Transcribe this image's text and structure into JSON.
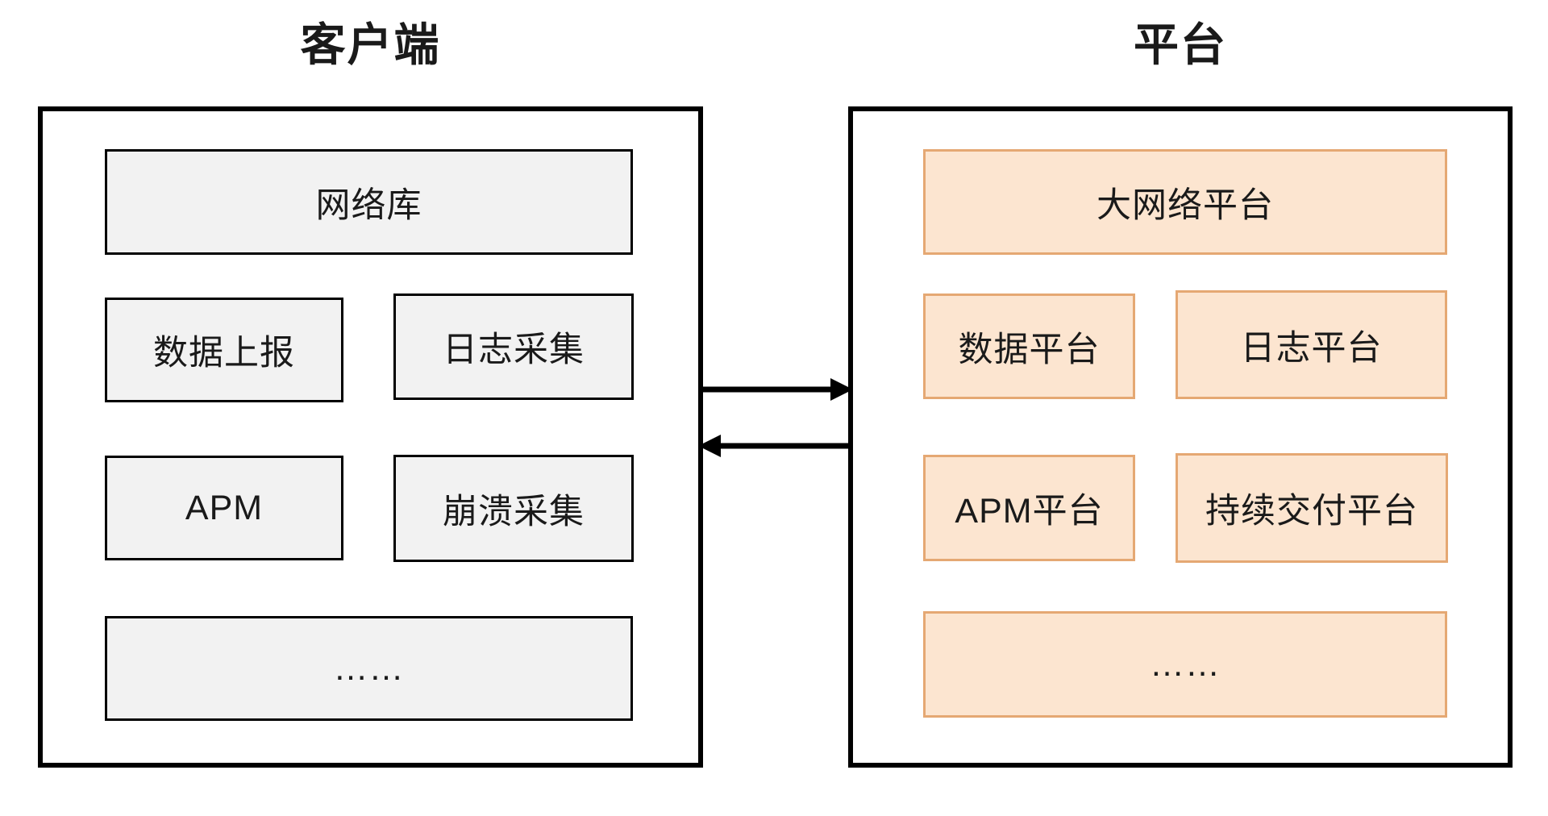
{
  "colors": {
    "client_box_fill": "#f2f2f2",
    "client_box_border": "#000000",
    "platform_box_fill": "#fce5d0",
    "platform_box_border": "#e5a873",
    "container_border": "#000000",
    "arrow": "#000000",
    "text": "#1a1a1a"
  },
  "client": {
    "title": "客户端",
    "network_lib": "网络库",
    "data_report": "数据上报",
    "log_collect": "日志采集",
    "apm": "APM",
    "crash_collect": "崩溃采集",
    "more": "……"
  },
  "platform": {
    "title": "平台",
    "big_network": "大网络平台",
    "data_platform": "数据平台",
    "log_platform": "日志平台",
    "apm_platform": "APM平台",
    "cd_platform": "持续交付平台",
    "more": "……"
  },
  "arrows": {
    "client_to_platform": "right",
    "platform_to_client": "left"
  }
}
